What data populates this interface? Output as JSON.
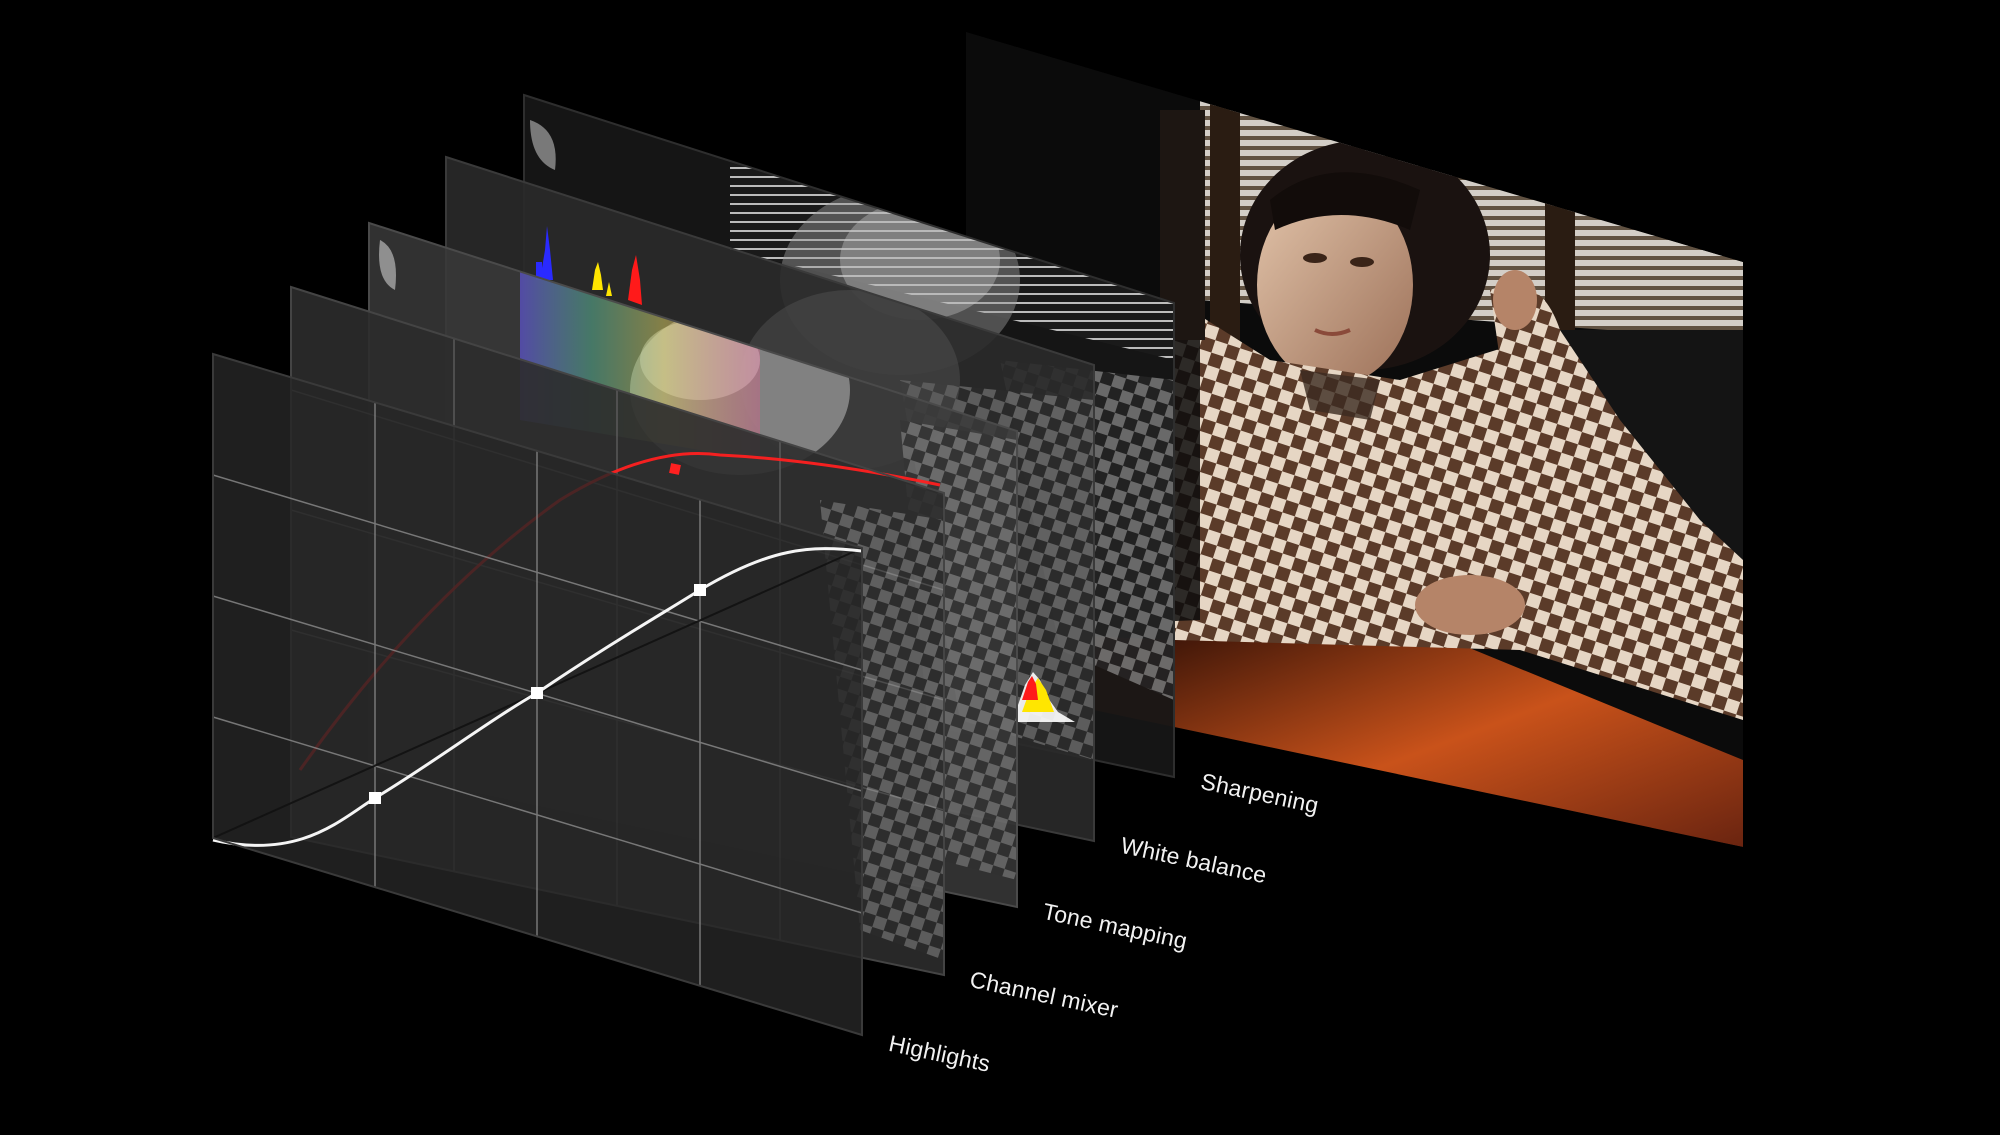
{
  "layers": [
    {
      "id": "photo",
      "label": ""
    },
    {
      "id": "sharpening",
      "label": "Sharpening"
    },
    {
      "id": "white_balance",
      "label": "White balance"
    },
    {
      "id": "tone_mapping",
      "label": "Tone mapping"
    },
    {
      "id": "channel_mixer",
      "label": "Channel mixer"
    },
    {
      "id": "highlights",
      "label": "Highlights"
    }
  ],
  "colors": {
    "background": "#000000",
    "curve": "#f5f5f5",
    "red_curve": "#ff2020",
    "histogram_blue": "#2a2aff",
    "histogram_yellow": "#ffe600",
    "histogram_red": "#ff1a1a",
    "table_orange": "#c24a14",
    "check_brown": "#5a3a28",
    "check_cream": "#e8d9c8"
  }
}
